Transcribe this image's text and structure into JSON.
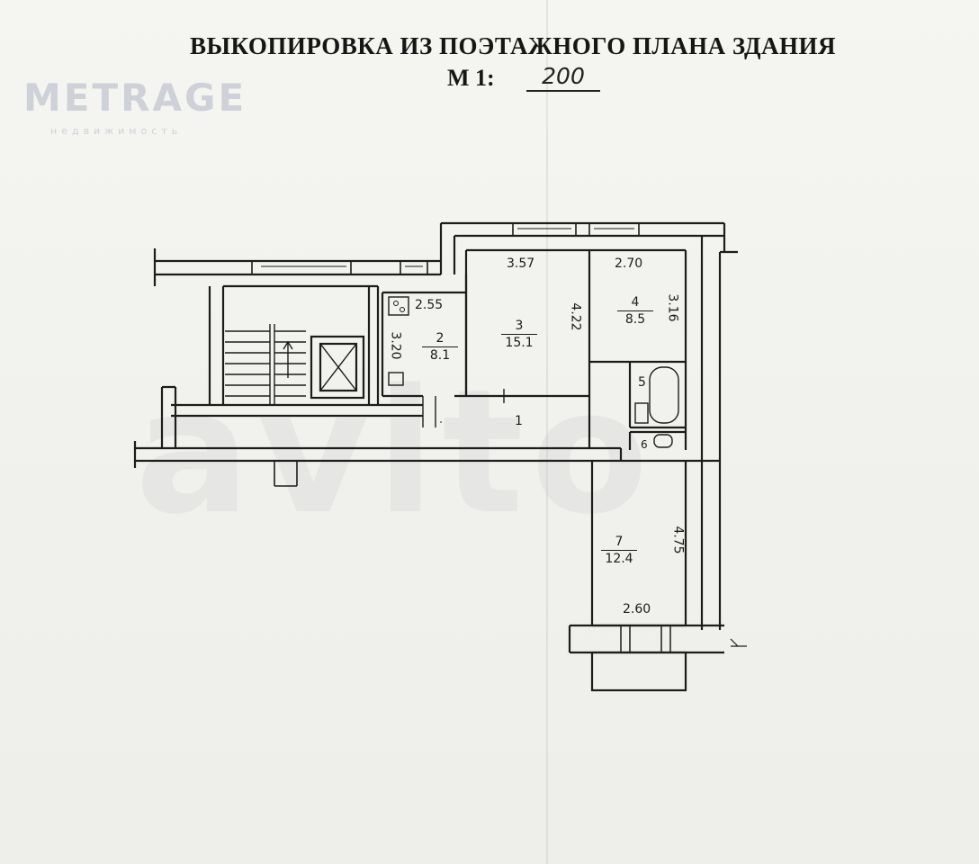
{
  "header": {
    "title": "ВЫКОПИРОВКА ИЗ ПОЭТАЖНОГО ПЛАНА ЗДАНИЯ",
    "scale_label": "М 1:",
    "scale_value": "200"
  },
  "logo": {
    "name": "METRAGE",
    "subtitle": "недвижимость"
  },
  "watermark": "avito",
  "rooms": [
    {
      "num": "1"
    },
    {
      "num": "2",
      "area": "8.1"
    },
    {
      "num": "3",
      "area": "15.1"
    },
    {
      "num": "4",
      "area": "8.5"
    },
    {
      "num": "5"
    },
    {
      "num": "6"
    },
    {
      "num": "7",
      "area": "12.4"
    }
  ],
  "dimensions": {
    "kitchen_width": "2.55",
    "kitchen_length": "3.20",
    "room3_width": "3.57",
    "room3_length": "4.22",
    "room4_width": "2.70",
    "room4_length": "3.16",
    "room7_width": "2.60",
    "room7_length": "4.75"
  }
}
